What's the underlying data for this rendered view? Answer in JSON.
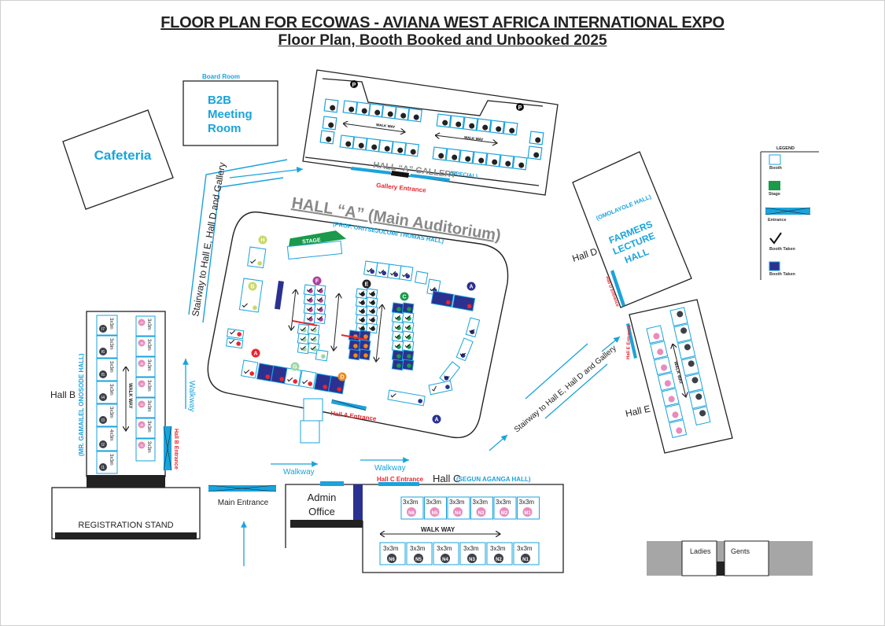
{
  "title": {
    "line1": "FLOOR PLAN FOR ECOWAS - AVIANA  WEST AFRICA INTERNATIONAL EXPO",
    "line2": "Floor Plan, Booth Booked and Unbooked 2025"
  },
  "rooms": {
    "cafeteria": "Cafeteria",
    "board_room_label": "Board Room",
    "b2b": [
      "B2B",
      "Meeting",
      "Room"
    ],
    "gallery": {
      "name": "HALL “A” GALLERY",
      "sub": "(SPECIAL)",
      "entrance": "Gallery Entrance",
      "walkway": "WALK WAY",
      "parking": "P"
    },
    "hall_a": {
      "name": "HALL “A” (Main Auditorium)",
      "sub": "(PROF. ORITSEJOLOMI THOMAS HALL)",
      "stage": "STAGE",
      "entrance": "Hall A Entrance"
    },
    "hall_b": {
      "name": "Hall B",
      "sub": "(MR. GAMAILEL ONOSODE HALL)",
      "entrance": "Hall B Entrance",
      "walkway": "WALK WAY"
    },
    "hall_c": {
      "name": "Hall C",
      "sub": "(SEGUN AGANGA HALL)",
      "entrance": "Hall C Entrance",
      "walkway": "WALK WAY"
    },
    "hall_d": {
      "name": "Hall D",
      "sub": "(OMOLAYOLE HALL)",
      "title": [
        "FARMERS",
        "LECTURE",
        "HALL"
      ],
      "entrance": "Hall D Entrance"
    },
    "hall_e": {
      "name": "Hall E",
      "entrance": "Hall E Entrance",
      "walkway": "WALK WAY"
    },
    "admin": [
      "Admin",
      "Office"
    ],
    "registration": "REGISTRATION STAND",
    "main_entrance": "Main Entrance",
    "ladies": "Ladies",
    "gents": "Gents"
  },
  "walkways": {
    "stairway": "Stairway to Hall E, Hall D and Gallery",
    "walkway": "Walkway"
  },
  "zone_markers": [
    "A",
    "B",
    "C",
    "D",
    "E",
    "F",
    "G",
    "H"
  ],
  "hall_b_booths": {
    "left": [
      {
        "size": "3x3m",
        "id": "I7"
      },
      {
        "size": "3x3m",
        "id": "I6"
      },
      {
        "size": "3x3m",
        "id": "I5"
      },
      {
        "size": "3x3m",
        "id": "I4"
      },
      {
        "size": "3x3m",
        "id": "I3"
      },
      {
        "size": "4x3m",
        "id": "I2"
      },
      {
        "size": "3x3m",
        "id": "I1"
      }
    ],
    "right": [
      {
        "size": "3x3m",
        "id": "J7"
      },
      {
        "size": "3x3m",
        "id": "J6"
      },
      {
        "size": "3x3m",
        "id": "J5"
      },
      {
        "size": "3x3m",
        "id": "J4"
      },
      {
        "size": "3x3m",
        "id": "J3"
      },
      {
        "size": "3x3m",
        "id": "J2"
      },
      {
        "size": "3x3m",
        "id": "J1"
      }
    ]
  },
  "hall_c_booths": {
    "top": [
      {
        "size": "3x3m",
        "id": "N6"
      },
      {
        "size": "3x3m",
        "id": "N5"
      },
      {
        "size": "3x3m",
        "id": "N4"
      },
      {
        "size": "3x3m",
        "id": "N3"
      },
      {
        "size": "3x3m",
        "id": "M2"
      },
      {
        "size": "3x3m",
        "id": "M1"
      }
    ],
    "bottom": [
      {
        "size": "3x3m",
        "id": "N6"
      },
      {
        "size": "3x3m",
        "id": "N5"
      },
      {
        "size": "3x3m",
        "id": "N4"
      },
      {
        "size": "3x3m",
        "id": "N3"
      },
      {
        "size": "3x3m",
        "id": "N2"
      },
      {
        "size": "3x3m",
        "id": "N1"
      }
    ]
  },
  "legend": {
    "title": "LEGEND",
    "items": [
      {
        "label": "Booth",
        "kind": "booth"
      },
      {
        "label": "Stage",
        "kind": "stage"
      },
      {
        "label": "Entrance",
        "kind": "entrance"
      },
      {
        "label": "Booth Taken",
        "kind": "check"
      },
      {
        "label": "Booth Taken",
        "kind": "filled"
      }
    ]
  },
  "colors": {
    "accent_blue": "#1aa3dc",
    "booked_navy": "#2b3190",
    "stage_green": "#1a9a4a",
    "entrance_red": "#e8262e",
    "pink": "#e98bbd",
    "dark_badge": "#3d4147",
    "toilet_gray": "#a6a6a6"
  }
}
